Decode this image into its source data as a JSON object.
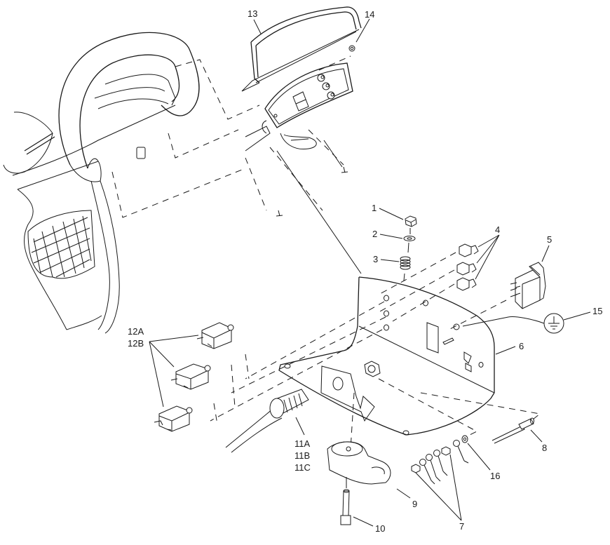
{
  "diagram": {
    "type": "exploded-parts-view",
    "subject": "Handlebar control panel assembly",
    "callouts": [
      {
        "id": "1",
        "label": "1",
        "part": "nut"
      },
      {
        "id": "2",
        "label": "2",
        "part": "washer"
      },
      {
        "id": "3",
        "label": "3",
        "part": "spring"
      },
      {
        "id": "4",
        "label": "4",
        "part": "indicator-lights"
      },
      {
        "id": "5",
        "label": "5",
        "part": "rocker-switch"
      },
      {
        "id": "6",
        "label": "6",
        "part": "mounting-bracket"
      },
      {
        "id": "7",
        "label": "7",
        "part": "ring-terminals-and-nuts"
      },
      {
        "id": "8",
        "label": "8",
        "part": "connector-pin"
      },
      {
        "id": "9",
        "label": "9",
        "part": "clamp-base"
      },
      {
        "id": "10",
        "label": "10",
        "part": "socket-head-screw"
      },
      {
        "id": "11",
        "label": "11A\n11B\n11C",
        "lines": [
          "11A",
          "11B",
          "11C"
        ],
        "part": "cable-gland"
      },
      {
        "id": "12",
        "label": "12A\n12B",
        "lines": [
          "12A",
          "12B"
        ],
        "part": "circuit-breakers"
      },
      {
        "id": "13",
        "label": "13",
        "part": "cover-guard"
      },
      {
        "id": "14",
        "label": "14",
        "part": "screw"
      },
      {
        "id": "15",
        "label": "15",
        "part": "ground-symbol"
      },
      {
        "id": "16",
        "label": "16",
        "part": "washer"
      }
    ],
    "symbols": {
      "ground": "protective-earth-ground"
    }
  }
}
